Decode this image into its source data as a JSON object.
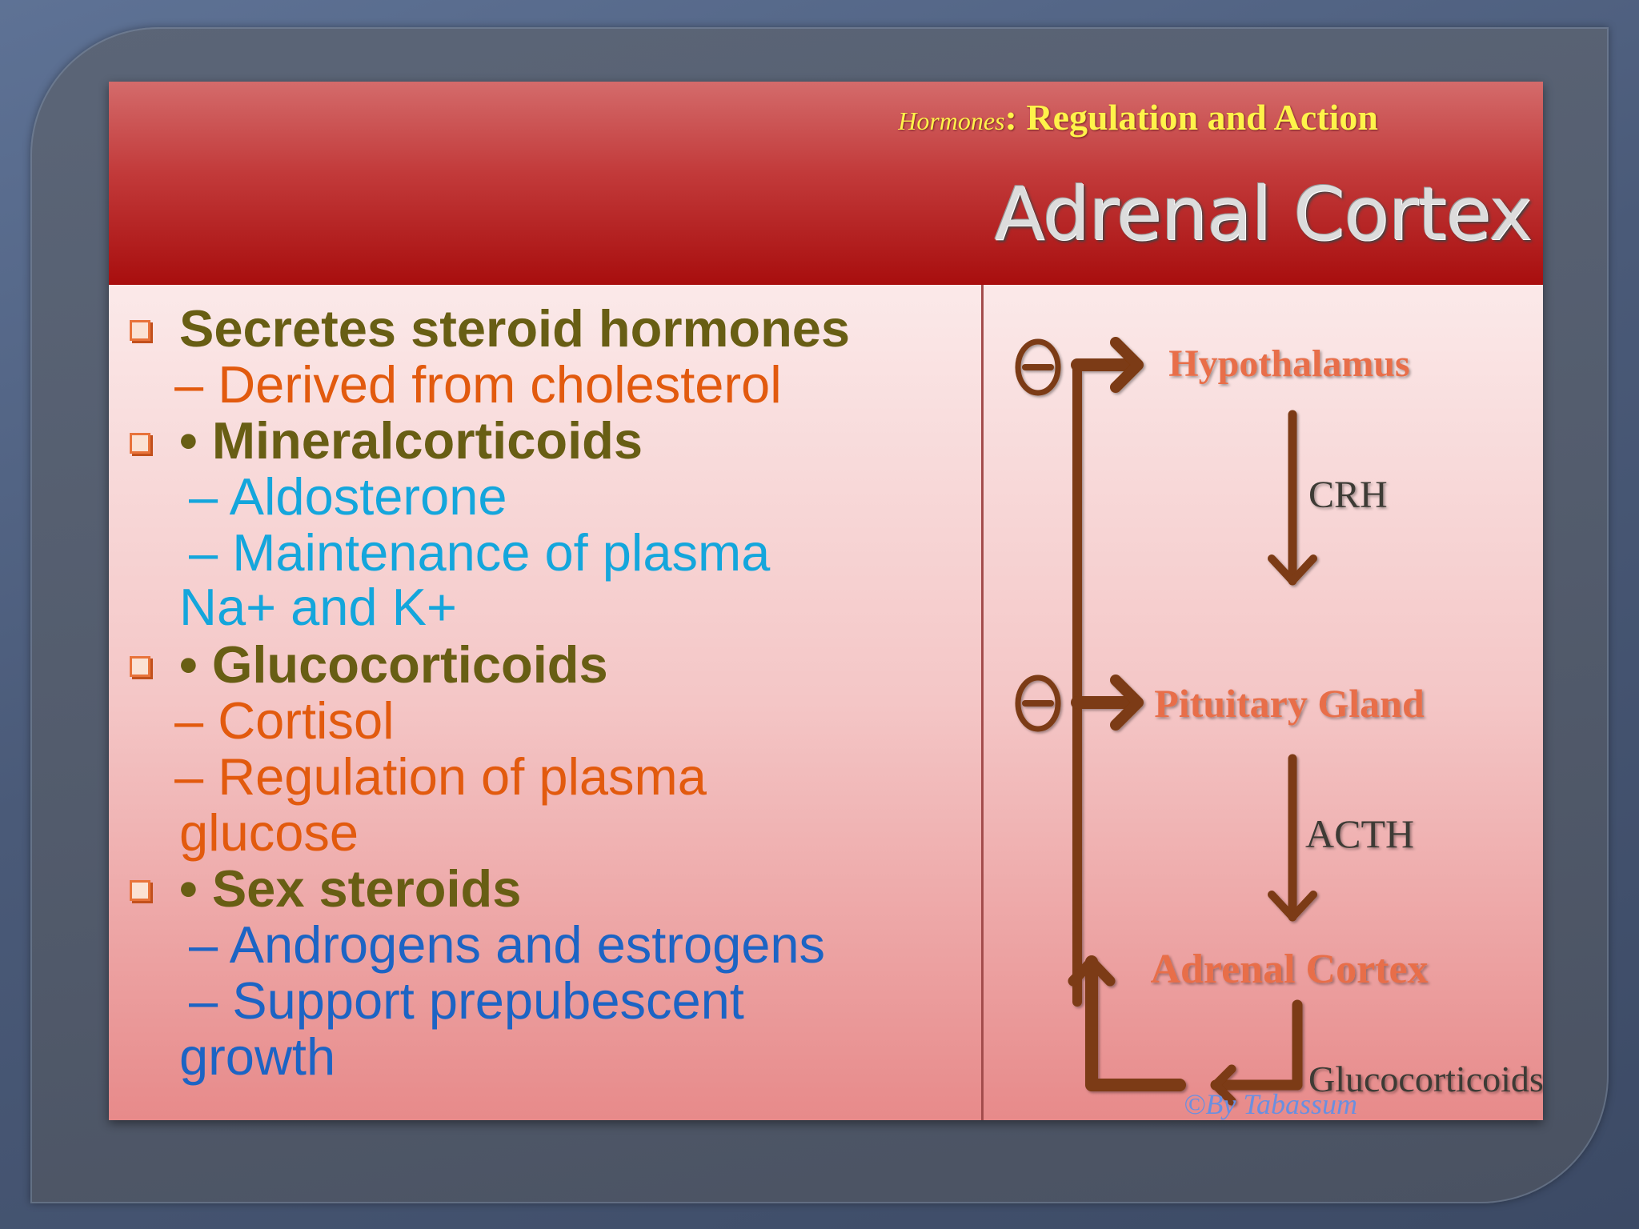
{
  "header": {
    "subtitle_small": "Hormones",
    "subtitle_big": ": Regulation and Action",
    "title": "Adrenal Cortex"
  },
  "left": {
    "sections": [
      {
        "heading": "Secretes steroid hormones",
        "lines": [
          "– Derived from cholesterol"
        ]
      },
      {
        "heading": "• Mineralcorticoids",
        "lines": [
          "– Aldosterone",
          "– Maintenance of plasma",
          "Na+ and K+"
        ]
      },
      {
        "heading": "• Glucocorticoids",
        "lines": [
          "– Cortisol",
          "– Regulation of plasma",
          "glucose"
        ]
      },
      {
        "heading": "• Sex steroids",
        "lines": [
          "– Androgens and estrogens",
          "– Support prepubescent",
          "growth"
        ]
      }
    ]
  },
  "diagram": {
    "nodes": [
      "Hypothalamus",
      "Pituitary Gland",
      "Adrenal Cortex"
    ],
    "edges": [
      "CRH",
      "ACTH",
      "Glucocorticoids"
    ],
    "inhibition_symbol": "⊖",
    "credit": "©By Tabassum",
    "colors": {
      "arrow": "#7b3a12",
      "node_text": "#e86e48",
      "edge_text": "#3e3a36",
      "credit": "#6a8fe0"
    }
  }
}
